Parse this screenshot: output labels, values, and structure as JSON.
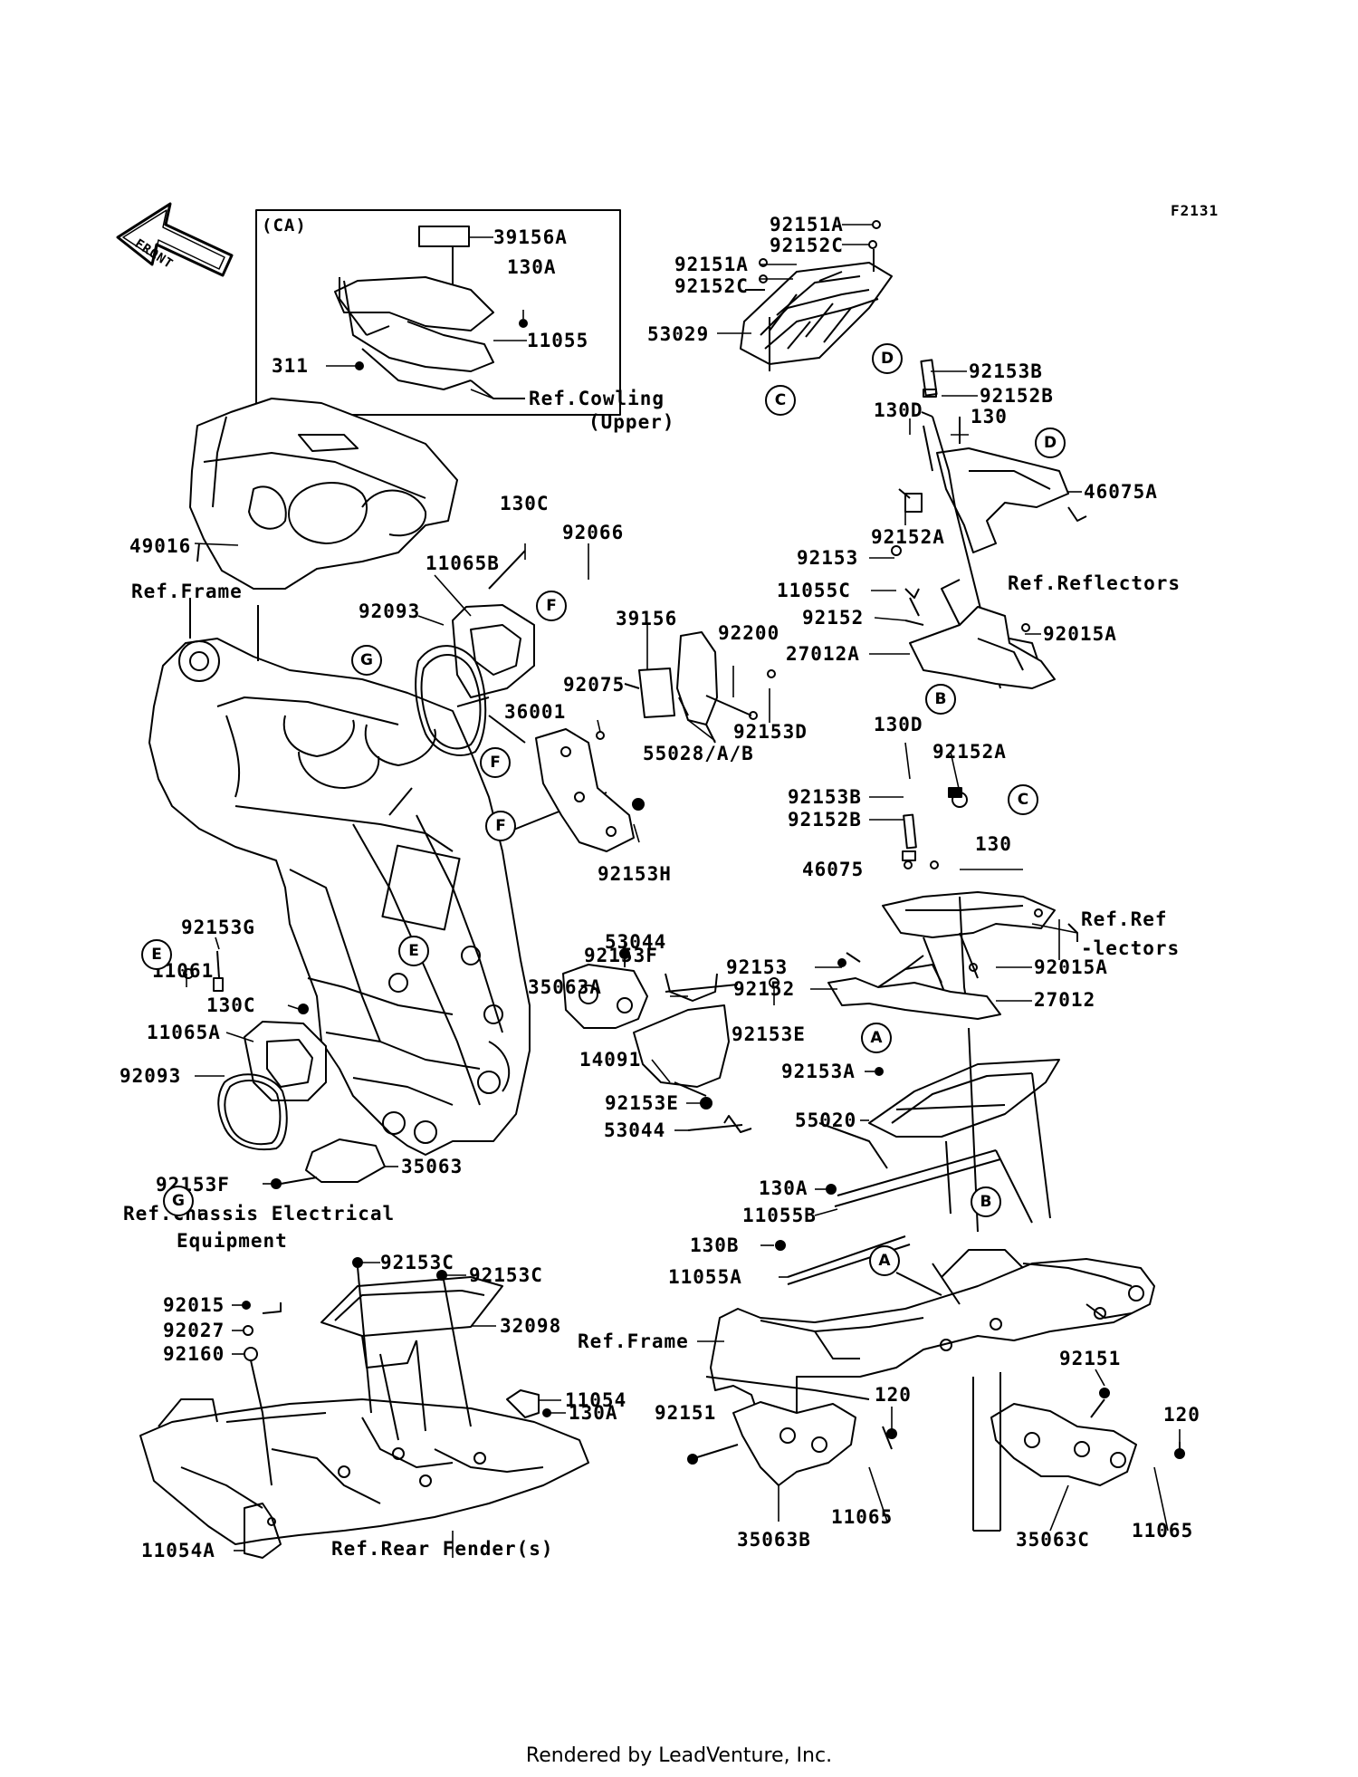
{
  "figure_code": "F2131",
  "footer": "Rendered by LeadVenture, Inc.",
  "front_arrow_text": "FRONT",
  "inset": {
    "title": "(CA)"
  },
  "labels": [
    {
      "id": "39156A",
      "text": "39156A"
    },
    {
      "id": "130A-ca",
      "text": "130A"
    },
    {
      "id": "11055",
      "text": "11055"
    },
    {
      "id": "311",
      "text": "311"
    },
    {
      "id": "ref-cowling",
      "text": "Ref.Cowling"
    },
    {
      "id": "upper",
      "text": "(Upper)"
    },
    {
      "id": "92151A-1",
      "text": "92151A"
    },
    {
      "id": "92152C-1",
      "text": "92152C"
    },
    {
      "id": "92151A-2",
      "text": "92151A"
    },
    {
      "id": "92152C-2",
      "text": "92152C"
    },
    {
      "id": "53029",
      "text": "53029"
    },
    {
      "id": "92153B-1",
      "text": "92153B"
    },
    {
      "id": "92152B-1",
      "text": "92152B"
    },
    {
      "id": "130D-1",
      "text": "130D"
    },
    {
      "id": "130-1",
      "text": "130"
    },
    {
      "id": "46075A",
      "text": "46075A"
    },
    {
      "id": "92152A-1",
      "text": "92152A"
    },
    {
      "id": "ref-reflectors-1",
      "text": "Ref.Reflectors"
    },
    {
      "id": "92153-1",
      "text": "92153"
    },
    {
      "id": "11055C",
      "text": "11055C"
    },
    {
      "id": "92152-1",
      "text": "92152"
    },
    {
      "id": "92015A-1",
      "text": "92015A"
    },
    {
      "id": "27012A",
      "text": "27012A"
    },
    {
      "id": "49016",
      "text": "49016"
    },
    {
      "id": "ref-frame-1",
      "text": "Ref.Frame"
    },
    {
      "id": "130C-1",
      "text": "130C"
    },
    {
      "id": "92066",
      "text": "92066"
    },
    {
      "id": "11065B",
      "text": "11065B"
    },
    {
      "id": "92093-1",
      "text": "92093"
    },
    {
      "id": "39156",
      "text": "39156"
    },
    {
      "id": "92200",
      "text": "92200"
    },
    {
      "id": "92075",
      "text": "92075"
    },
    {
      "id": "36001",
      "text": "36001"
    },
    {
      "id": "92153D",
      "text": "92153D"
    },
    {
      "id": "55028",
      "text": "55028/A/B"
    },
    {
      "id": "130D-2",
      "text": "130D"
    },
    {
      "id": "92152A-2",
      "text": "92152A"
    },
    {
      "id": "92153B-2",
      "text": "92153B"
    },
    {
      "id": "92152B-2",
      "text": "92152B"
    },
    {
      "id": "130-2",
      "text": "130"
    },
    {
      "id": "92153H",
      "text": "92153H"
    },
    {
      "id": "92153G",
      "text": "92153G"
    },
    {
      "id": "46075",
      "text": "46075"
    },
    {
      "id": "ref-ref",
      "text": "Ref.Ref"
    },
    {
      "id": "lectors",
      "text": "-lectors"
    },
    {
      "id": "11061",
      "text": "11061"
    },
    {
      "id": "92153F-1",
      "text": "92153F"
    },
    {
      "id": "35063A",
      "text": "35063A"
    },
    {
      "id": "53044-1",
      "text": "53044"
    },
    {
      "id": "92153-2",
      "text": "92153"
    },
    {
      "id": "92152-2",
      "text": "92152"
    },
    {
      "id": "92015A-2",
      "text": "92015A"
    },
    {
      "id": "27012",
      "text": "27012"
    },
    {
      "id": "130C-2",
      "text": "130C"
    },
    {
      "id": "11065A",
      "text": "11065A"
    },
    {
      "id": "92153E-1",
      "text": "92153E"
    },
    {
      "id": "92093-2",
      "text": "92093"
    },
    {
      "id": "14091",
      "text": "14091"
    },
    {
      "id": "92153A",
      "text": "92153A"
    },
    {
      "id": "92153E-2",
      "text": "92153E"
    },
    {
      "id": "55020",
      "text": "55020"
    },
    {
      "id": "53044-2",
      "text": "53044"
    },
    {
      "id": "35063",
      "text": "35063"
    },
    {
      "id": "92153F-2",
      "text": "92153F"
    },
    {
      "id": "ref-chassis",
      "text": "Ref.Chassis Electrical"
    },
    {
      "id": "equipment",
      "text": "Equipment"
    },
    {
      "id": "130A-2",
      "text": "130A"
    },
    {
      "id": "11055B",
      "text": "11055B"
    },
    {
      "id": "130B",
      "text": "130B"
    },
    {
      "id": "11055A",
      "text": "11055A"
    },
    {
      "id": "92153C-1",
      "text": "92153C"
    },
    {
      "id": "92153C-2",
      "text": "92153C"
    },
    {
      "id": "92015",
      "text": "92015"
    },
    {
      "id": "32098",
      "text": "32098"
    },
    {
      "id": "92027",
      "text": "92027"
    },
    {
      "id": "92160",
      "text": "92160"
    },
    {
      "id": "ref-frame-2",
      "text": "Ref.Frame"
    },
    {
      "id": "11054",
      "text": "11054"
    },
    {
      "id": "130A-3",
      "text": "130A"
    },
    {
      "id": "92151-1",
      "text": "92151"
    },
    {
      "id": "120-1",
      "text": "120"
    },
    {
      "id": "92151-2",
      "text": "92151"
    },
    {
      "id": "120-2",
      "text": "120"
    },
    {
      "id": "11054A",
      "text": "11054A"
    },
    {
      "id": "ref-rear-fender",
      "text": "Ref.Rear Fender(s)"
    },
    {
      "id": "35063B",
      "text": "35063B"
    },
    {
      "id": "11065-1",
      "text": "11065"
    },
    {
      "id": "35063C",
      "text": "35063C"
    },
    {
      "id": "11065-2",
      "text": "11065"
    }
  ],
  "callouts": [
    {
      "id": "c1",
      "letter": "C"
    },
    {
      "id": "d1",
      "letter": "D"
    },
    {
      "id": "d2",
      "letter": "D"
    },
    {
      "id": "b1",
      "letter": "B"
    },
    {
      "id": "g1",
      "letter": "G"
    },
    {
      "id": "f1",
      "letter": "F"
    },
    {
      "id": "f2",
      "letter": "F"
    },
    {
      "id": "f3",
      "letter": "F"
    },
    {
      "id": "c2",
      "letter": "C"
    },
    {
      "id": "e1",
      "letter": "E"
    },
    {
      "id": "e2",
      "letter": "E"
    },
    {
      "id": "a1",
      "letter": "A"
    },
    {
      "id": "g2",
      "letter": "G"
    },
    {
      "id": "b2",
      "letter": "B"
    },
    {
      "id": "a2",
      "letter": "A"
    }
  ]
}
